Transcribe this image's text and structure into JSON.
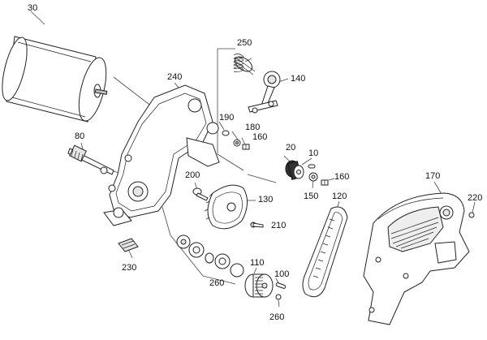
{
  "diagram": {
    "part_labels": {
      "p30": "30",
      "p250": "250",
      "p240": "240",
      "p140": "140",
      "p190": "190",
      "p180": "180",
      "p160a": "160",
      "p80": "80",
      "p20": "20",
      "p10": "10",
      "p160b": "160",
      "p150": "150",
      "p120": "120",
      "p200": "200",
      "p130": "130",
      "p170": "170",
      "p220": "220",
      "p210": "210",
      "p230": "230",
      "p110": "110",
      "p100": "100",
      "p260a": "260",
      "p260b": "260"
    }
  }
}
